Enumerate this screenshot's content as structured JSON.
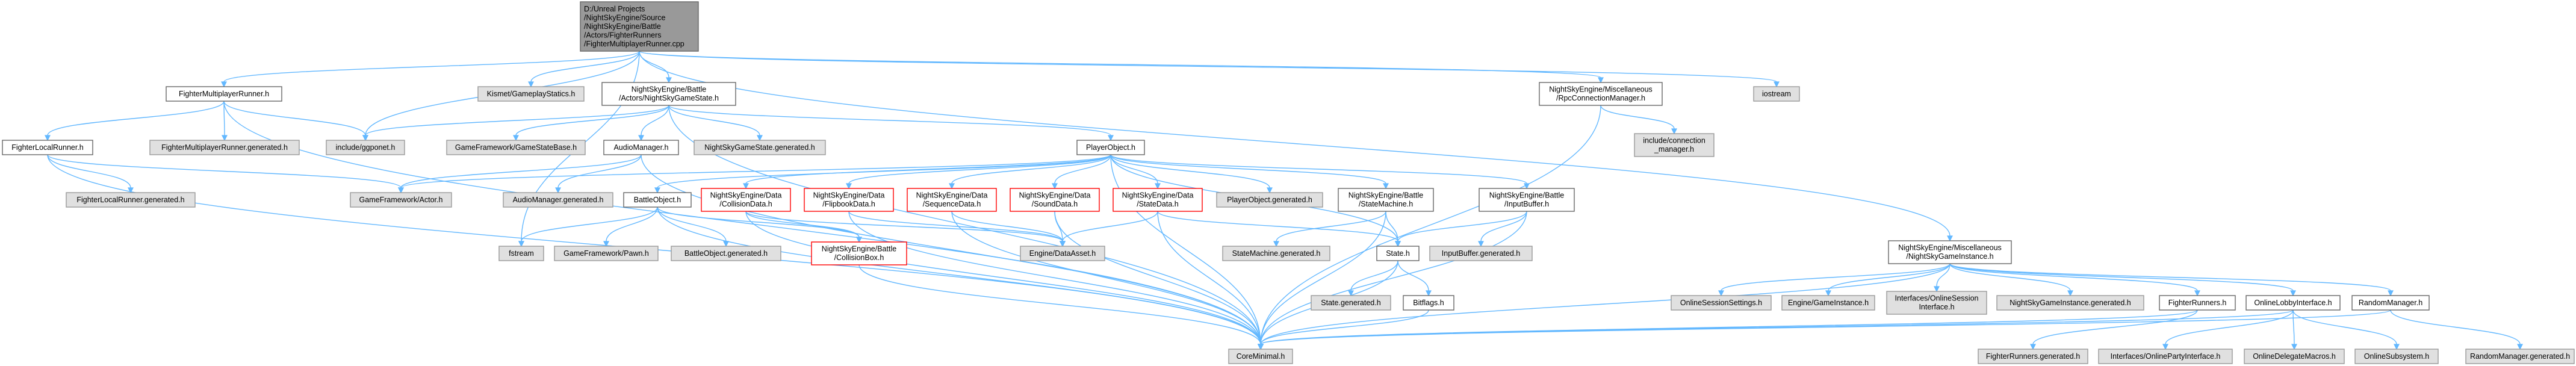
{
  "colors": {
    "edge": "#63B8FF",
    "node_border": "#666666",
    "node_fill": "#FFFFFF",
    "ext_fill": "#E0E0E0",
    "ext_border": "#999999",
    "root_fill": "#999999",
    "root_border": "#666666",
    "warn_border": "#FF0000"
  },
  "nodes": [
    {
      "id": "root",
      "style": "root",
      "lines": [
        "D:/Unreal Projects",
        "/NightSkyEngine/Source",
        "/NightSkyEngine/Battle",
        "/Actors/FighterRunners",
        "/FighterMultiplayerRunner.cpp"
      ]
    },
    {
      "id": "fmr_h",
      "style": "normal",
      "lines": [
        "FighterMultiplayerRunner.h"
      ]
    },
    {
      "id": "kismet",
      "style": "ext",
      "lines": [
        "Kismet/GameplayStatics.h"
      ]
    },
    {
      "id": "nsgs_h",
      "style": "normal",
      "lines": [
        "NightSkyEngine/Battle",
        "/Actors/NightSkyGameState.h"
      ]
    },
    {
      "id": "rpc_h",
      "style": "normal",
      "lines": [
        "NightSkyEngine/Miscellaneous",
        "/RpcConnectionManager.h"
      ]
    },
    {
      "id": "iostream",
      "style": "ext",
      "lines": [
        "iostream"
      ]
    },
    {
      "id": "nsgi_h",
      "style": "normal",
      "lines": [
        "NightSkyEngine/Miscellaneous",
        "/NightSkyGameInstance.h"
      ]
    },
    {
      "id": "flr_h",
      "style": "normal",
      "lines": [
        "FighterLocalRunner.h"
      ]
    },
    {
      "id": "ggponet",
      "style": "ext",
      "lines": [
        "include/ggponet.h"
      ]
    },
    {
      "id": "fmr_gen",
      "style": "ext",
      "lines": [
        "FighterMultiplayerRunner.generated.h"
      ]
    },
    {
      "id": "flr_gen",
      "style": "ext",
      "lines": [
        "FighterLocalRunner.generated.h"
      ]
    },
    {
      "id": "gf_actor",
      "style": "ext",
      "lines": [
        "GameFramework/Actor.h"
      ]
    },
    {
      "id": "coreminimal",
      "style": "ext",
      "lines": [
        "CoreMinimal.h"
      ]
    },
    {
      "id": "gf_gsbase",
      "style": "ext",
      "lines": [
        "GameFramework/GameStateBase.h"
      ]
    },
    {
      "id": "audiomgr_h",
      "style": "normal",
      "lines": [
        "AudioManager.h"
      ]
    },
    {
      "id": "nsgs_gen",
      "style": "ext",
      "lines": [
        "NightSkyGameState.generated.h"
      ]
    },
    {
      "id": "playerobj_h",
      "style": "normal",
      "lines": [
        "PlayerObject.h"
      ]
    },
    {
      "id": "fstream",
      "style": "ext",
      "lines": [
        "fstream"
      ]
    },
    {
      "id": "audiomgr_gen",
      "style": "ext",
      "lines": [
        "AudioManager.generated.h"
      ]
    },
    {
      "id": "battleobj_h",
      "style": "normal",
      "lines": [
        "BattleObject.h"
      ]
    },
    {
      "id": "coll_data",
      "style": "warn",
      "lines": [
        "NightSkyEngine/Data",
        "/CollisionData.h"
      ]
    },
    {
      "id": "flip_data",
      "style": "warn",
      "lines": [
        "NightSkyEngine/Data",
        "/FlipbookData.h"
      ]
    },
    {
      "id": "seq_data",
      "style": "warn",
      "lines": [
        "NightSkyEngine/Data",
        "/SequenceData.h"
      ]
    },
    {
      "id": "sound_data",
      "style": "warn",
      "lines": [
        "NightSkyEngine/Data",
        "/SoundData.h"
      ]
    },
    {
      "id": "state_data",
      "style": "warn",
      "lines": [
        "NightSkyEngine/Data",
        "/StateData.h"
      ]
    },
    {
      "id": "po_gen",
      "style": "ext",
      "lines": [
        "PlayerObject.generated.h"
      ]
    },
    {
      "id": "sm_h",
      "style": "normal",
      "lines": [
        "NightSkyEngine/Battle",
        "/StateMachine.h"
      ]
    },
    {
      "id": "ib_h",
      "style": "normal",
      "lines": [
        "NightSkyEngine/Battle",
        "/InputBuffer.h"
      ]
    },
    {
      "id": "gf_pawn",
      "style": "ext",
      "lines": [
        "GameFramework/Pawn.h"
      ]
    },
    {
      "id": "bo_gen",
      "style": "ext",
      "lines": [
        "BattleObject.generated.h"
      ]
    },
    {
      "id": "collbox_h",
      "style": "warn",
      "lines": [
        "NightSkyEngine/Battle",
        "/CollisionBox.h"
      ]
    },
    {
      "id": "eng_dataasset",
      "style": "ext",
      "lines": [
        "Engine/DataAsset.h"
      ]
    },
    {
      "id": "sm_gen",
      "style": "ext",
      "lines": [
        "StateMachine.generated.h"
      ]
    },
    {
      "id": "state_h",
      "style": "normal",
      "lines": [
        "State.h"
      ]
    },
    {
      "id": "ib_gen",
      "style": "ext",
      "lines": [
        "InputBuffer.generated.h"
      ]
    },
    {
      "id": "state_gen",
      "style": "ext",
      "lines": [
        "State.generated.h"
      ]
    },
    {
      "id": "bitflags_h",
      "style": "normal",
      "lines": [
        "Bitflags.h"
      ]
    },
    {
      "id": "conn_mgr",
      "style": "ext",
      "lines": [
        "include/connection",
        "_manager.h"
      ]
    },
    {
      "id": "oss_settings",
      "style": "ext",
      "lines": [
        "OnlineSessionSettings.h"
      ]
    },
    {
      "id": "eng_gameinst",
      "style": "ext",
      "lines": [
        "Engine/GameInstance.h"
      ]
    },
    {
      "id": "if_onlinesession",
      "style": "ext",
      "lines": [
        "Interfaces/OnlineSession",
        "Interface.h"
      ]
    },
    {
      "id": "nsgi_gen",
      "style": "ext",
      "lines": [
        "NightSkyGameInstance.generated.h"
      ]
    },
    {
      "id": "fighterrunners_h",
      "style": "normal",
      "lines": [
        "FighterRunners.h"
      ]
    },
    {
      "id": "olobby_h",
      "style": "normal",
      "lines": [
        "OnlineLobbyInterface.h"
      ]
    },
    {
      "id": "randmgr_h",
      "style": "normal",
      "lines": [
        "RandomManager.h"
      ]
    },
    {
      "id": "fr_gen",
      "style": "ext",
      "lines": [
        "FighterRunners.generated.h"
      ]
    },
    {
      "id": "if_onlineparty",
      "style": "ext",
      "lines": [
        "Interfaces/OnlinePartyInterface.h"
      ]
    },
    {
      "id": "odm",
      "style": "ext",
      "lines": [
        "OnlineDelegateMacros.h"
      ]
    },
    {
      "id": "osubsys",
      "style": "ext",
      "lines": [
        "OnlineSubsystem.h"
      ]
    },
    {
      "id": "rm_gen",
      "style": "ext",
      "lines": [
        "RandomManager.generated.h"
      ]
    }
  ],
  "edges": [
    [
      "root",
      "fmr_h"
    ],
    [
      "root",
      "kismet"
    ],
    [
      "root",
      "nsgs_h"
    ],
    [
      "root",
      "rpc_h"
    ],
    [
      "root",
      "iostream"
    ],
    [
      "root",
      "nsgi_h"
    ],
    [
      "root",
      "ggponet"
    ],
    [
      "root",
      "fstream"
    ],
    [
      "fmr_h",
      "flr_h"
    ],
    [
      "fmr_h",
      "ggponet"
    ],
    [
      "fmr_h",
      "fmr_gen"
    ],
    [
      "fmr_h",
      "coreminimal"
    ],
    [
      "flr_h",
      "gf_actor"
    ],
    [
      "flr_h",
      "flr_gen"
    ],
    [
      "flr_h",
      "coreminimal"
    ],
    [
      "nsgs_h",
      "ggponet"
    ],
    [
      "nsgs_h",
      "gf_gsbase"
    ],
    [
      "nsgs_h",
      "audiomgr_h"
    ],
    [
      "nsgs_h",
      "nsgs_gen"
    ],
    [
      "nsgs_h",
      "playerobj_h"
    ],
    [
      "nsgs_h",
      "coreminimal"
    ],
    [
      "audiomgr_h",
      "gf_actor"
    ],
    [
      "audiomgr_h",
      "audiomgr_gen"
    ],
    [
      "audiomgr_h",
      "coreminimal"
    ],
    [
      "playerobj_h",
      "gf_actor"
    ],
    [
      "playerobj_h",
      "battleobj_h"
    ],
    [
      "playerobj_h",
      "coll_data"
    ],
    [
      "playerobj_h",
      "flip_data"
    ],
    [
      "playerobj_h",
      "seq_data"
    ],
    [
      "playerobj_h",
      "sound_data"
    ],
    [
      "playerobj_h",
      "state_data"
    ],
    [
      "playerobj_h",
      "po_gen"
    ],
    [
      "playerobj_h",
      "sm_h"
    ],
    [
      "playerobj_h",
      "ib_h"
    ],
    [
      "playerobj_h",
      "state_h"
    ],
    [
      "playerobj_h",
      "coreminimal"
    ],
    [
      "battleobj_h",
      "fstream"
    ],
    [
      "battleobj_h",
      "gf_pawn"
    ],
    [
      "battleobj_h",
      "bo_gen"
    ],
    [
      "battleobj_h",
      "collbox_h"
    ],
    [
      "battleobj_h",
      "coreminimal"
    ],
    [
      "coll_data",
      "collbox_h"
    ],
    [
      "coll_data",
      "eng_dataasset"
    ],
    [
      "coll_data",
      "coreminimal"
    ],
    [
      "flip_data",
      "eng_dataasset"
    ],
    [
      "flip_data",
      "coreminimal"
    ],
    [
      "seq_data",
      "eng_dataasset"
    ],
    [
      "seq_data",
      "coreminimal"
    ],
    [
      "sound_data",
      "eng_dataasset"
    ],
    [
      "sound_data",
      "coreminimal"
    ],
    [
      "state_data",
      "eng_dataasset"
    ],
    [
      "state_data",
      "state_h"
    ],
    [
      "state_data",
      "coreminimal"
    ],
    [
      "sm_h",
      "sm_gen"
    ],
    [
      "sm_h",
      "state_h"
    ],
    [
      "sm_h",
      "coreminimal"
    ],
    [
      "ib_h",
      "ib_gen"
    ],
    [
      "ib_h",
      "state_h"
    ],
    [
      "ib_h",
      "coreminimal"
    ],
    [
      "state_h",
      "state_gen"
    ],
    [
      "state_h",
      "bitflags_h"
    ],
    [
      "state_h",
      "coreminimal"
    ],
    [
      "bitflags_h",
      "coreminimal"
    ],
    [
      "rpc_h",
      "conn_mgr"
    ],
    [
      "rpc_h",
      "coreminimal"
    ],
    [
      "nsgi_h",
      "oss_settings"
    ],
    [
      "nsgi_h",
      "eng_gameinst"
    ],
    [
      "nsgi_h",
      "if_onlinesession"
    ],
    [
      "nsgi_h",
      "nsgi_gen"
    ],
    [
      "nsgi_h",
      "fighterrunners_h"
    ],
    [
      "nsgi_h",
      "olobby_h"
    ],
    [
      "nsgi_h",
      "randmgr_h"
    ],
    [
      "nsgi_h",
      "coreminimal"
    ],
    [
      "fighterrunners_h",
      "fr_gen"
    ],
    [
      "fighterrunners_h",
      "coreminimal"
    ],
    [
      "olobby_h",
      "if_onlineparty"
    ],
    [
      "olobby_h",
      "odm"
    ],
    [
      "olobby_h",
      "osubsys"
    ],
    [
      "olobby_h",
      "coreminimal"
    ],
    [
      "randmgr_h",
      "rm_gen"
    ],
    [
      "randmgr_h",
      "coreminimal"
    ],
    [
      "collbox_h",
      "coreminimal"
    ]
  ]
}
